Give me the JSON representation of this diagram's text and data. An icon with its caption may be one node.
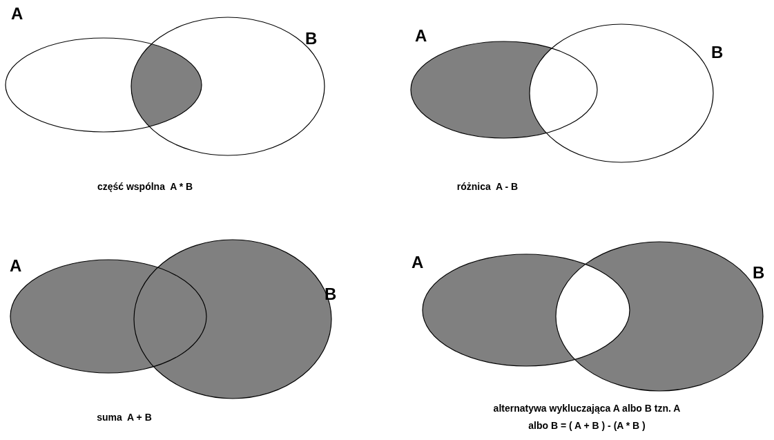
{
  "diagram": {
    "nodes": [
      {
        "text": [
          "A"
        ]
      },
      {
        "text": [
          "B"
        ]
      },
      {
        "text": [
          "A"
        ]
      },
      {
        "text": [
          "B"
        ]
      },
      {
        "text": [
          "A"
        ]
      },
      {
        "text": [
          "B"
        ]
      },
      {
        "text": [
          "A"
        ]
      },
      {
        "text": [
          "B"
        ]
      }
    ],
    "labels": [
      "część wspólna  A * B",
      "różnica  A - B",
      "suma  A + B",
      "alternatywa wykluczająca A albo B tzn. A albo B = ( A + B ) - (A * B )"
    ]
  }
}
